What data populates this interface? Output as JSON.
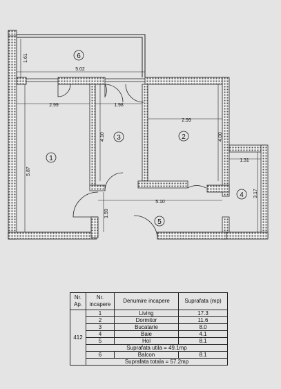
{
  "plan": {
    "dimensions": {
      "balcony_depth": "1.61",
      "balcony_width": "5.02",
      "living_width": "2.99",
      "kitchen_width": "1.98",
      "living_length": "5.87",
      "kitchen_length": "4.10",
      "bedroom_width": "2.99",
      "bedroom_length": "4.00",
      "bath_width": "1.31",
      "bath_length": "3.17",
      "hall_width": "5.10",
      "hall_depth": "1.59"
    },
    "room_numbers": [
      "1",
      "2",
      "3",
      "4",
      "5",
      "6"
    ]
  },
  "table": {
    "headers": [
      "Nr. Ap.",
      "Nr. incapere",
      "Denumire incapere",
      "Suprafata (mp)"
    ],
    "apartment": "412",
    "rows": [
      {
        "nr": "1",
        "name": "Living",
        "area": "17.3"
      },
      {
        "nr": "2",
        "name": "Dormitor",
        "area": "11.6"
      },
      {
        "nr": "3",
        "name": "Bucatarie",
        "area": "8.0"
      },
      {
        "nr": "4",
        "name": "Baie",
        "area": "4.1"
      },
      {
        "nr": "5",
        "name": "Hol",
        "area": "8.1"
      }
    ],
    "useful_total": "Suprafata utila = 49.1mp",
    "balcony_row": {
      "nr": "6",
      "name": "Balcon",
      "area": "8.1"
    },
    "grand_total": "Suprafata totala = 57.2mp"
  }
}
